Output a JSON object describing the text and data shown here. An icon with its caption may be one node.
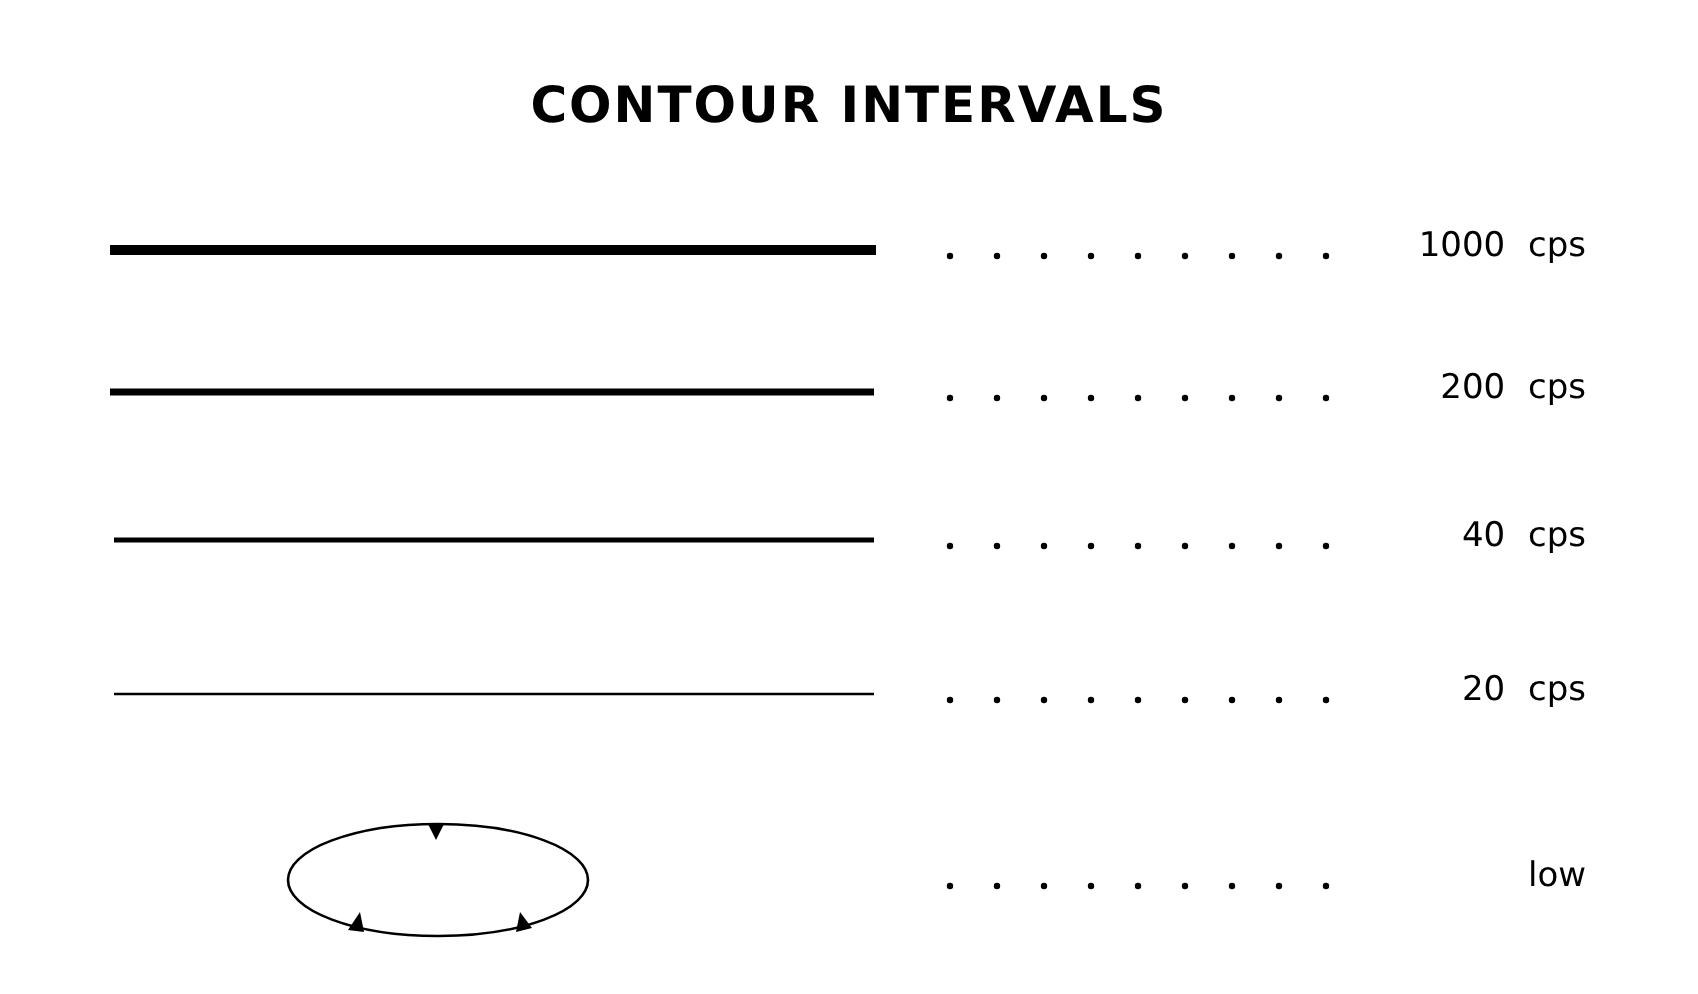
{
  "diagram": {
    "title": "CONTOUR INTERVALS",
    "legend": [
      {
        "text": "1000 cps"
      },
      {
        "text": "200 cps"
      },
      {
        "text": "40 cps"
      },
      {
        "text": "20 cps"
      },
      {
        "text": "low"
      }
    ]
  }
}
